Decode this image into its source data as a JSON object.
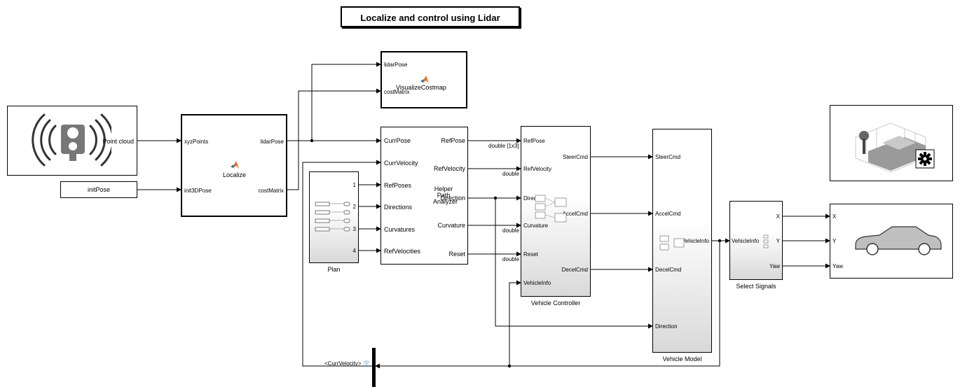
{
  "title": "Localize and control using Lidar",
  "blocks": {
    "point_cloud": {
      "port_out": "Point cloud"
    },
    "init_pose": {
      "label": "initPose"
    },
    "localize": {
      "name": "Localize",
      "in1": "xyzPoints",
      "in2": "init3DPose",
      "out1": "lidarPose",
      "out2": "costMatrix"
    },
    "visualize": {
      "name": "VisualizeCostmap",
      "in1": "lidarPose",
      "in2": "costMatrix"
    },
    "plan": {
      "name": "Plan",
      "p1": "1",
      "p2": "2",
      "p3": "3",
      "p4": "4"
    },
    "analyzer": {
      "name_line1": "Helper",
      "name_line2": "Path",
      "name_line3": "Analyzer",
      "in1": "CurrPose",
      "in2": "CurrVelocity",
      "in3": "RefPoses",
      "in4": "Directions",
      "in5": "Curvatures",
      "in6": "RefVelocities",
      "out1": "RefPose",
      "out2": "RefVelocity",
      "out3": "Direction",
      "out4": "Curvature",
      "out5": "Reset"
    },
    "controller": {
      "name": "Vehicle Controller",
      "in1": "RefPose",
      "in2": "RefVelocity",
      "in3": "Direction",
      "in4": "Curvature",
      "in5": "Reset",
      "in6": "VehicleInfo",
      "out1": "SteerCmd",
      "out2": "AccelCmd",
      "out3": "DecelCmd"
    },
    "vehicle_model": {
      "name": "Vehicle Model",
      "in1": "SteerCmd",
      "in2": "AccelCmd",
      "in3": "DecelCmd",
      "in4": "Direction",
      "out1": "VehicleInfo"
    },
    "select_signals": {
      "name": "Select Signals",
      "in1": "VehicleInfo",
      "out1": "X",
      "out2": "Y",
      "out3": "Yaw"
    },
    "scope": {
      "in1": "X",
      "in2": "Y",
      "in3": "Yaw"
    },
    "bus_selector": {
      "label": "<CurrVelocity>"
    }
  },
  "signal_labels": {
    "refpose_dim": "double [1x3]",
    "refvel_type": "double",
    "curv_type": "double",
    "reset_type": "double"
  },
  "icons": [
    "lidar-sensor-icon",
    "matlab-function-icon",
    "parking-scene-config-icon",
    "vehicle-icon",
    "bus-selector-icon"
  ]
}
